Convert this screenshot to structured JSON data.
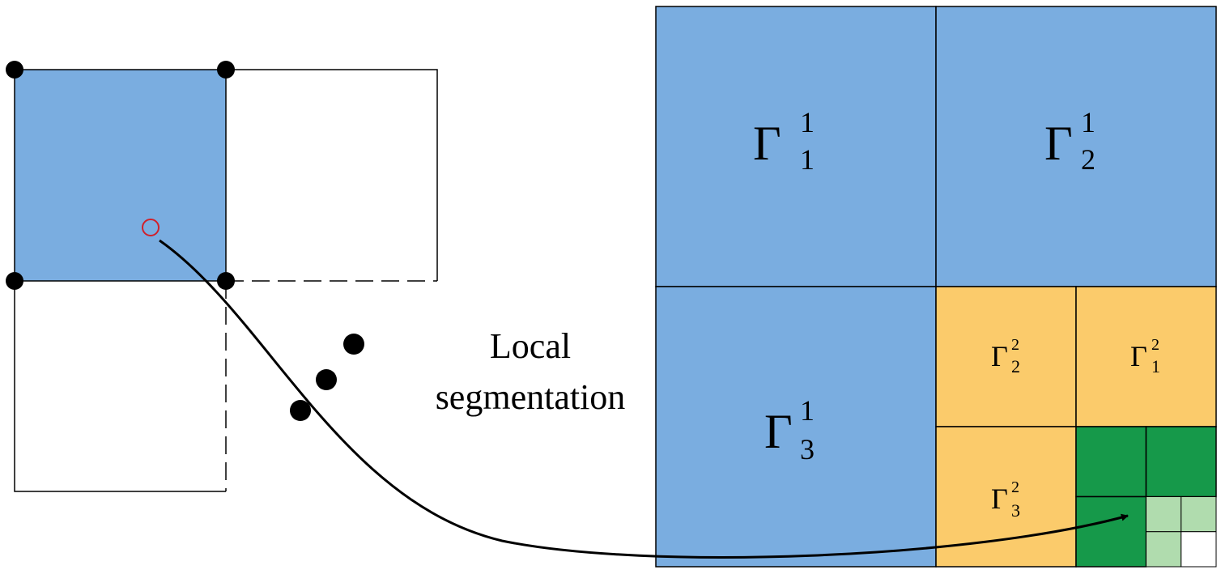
{
  "caption": {
    "line1": "Local",
    "line2": "segmentation"
  },
  "regions": {
    "g1_1": {
      "base": "Γ",
      "sup": "1",
      "sub": "1"
    },
    "g1_2": {
      "base": "Γ",
      "sup": "1",
      "sub": "2"
    },
    "g1_3": {
      "base": "Γ",
      "sup": "1",
      "sub": "3"
    },
    "g2_2": {
      "base": "Γ",
      "sup": "2",
      "sub": "2"
    },
    "g2_1": {
      "base": "Γ",
      "sup": "2",
      "sub": "1"
    },
    "g2_3": {
      "base": "Γ",
      "sup": "2",
      "sub": "3"
    }
  },
  "colors": {
    "level1": "#7aade0",
    "level2": "#fbcb6b",
    "level3": "#16994a",
    "level4": "#b0dcae",
    "empty": "#ffffff",
    "line": "#000000",
    "point_highlight": "#d0202a"
  }
}
